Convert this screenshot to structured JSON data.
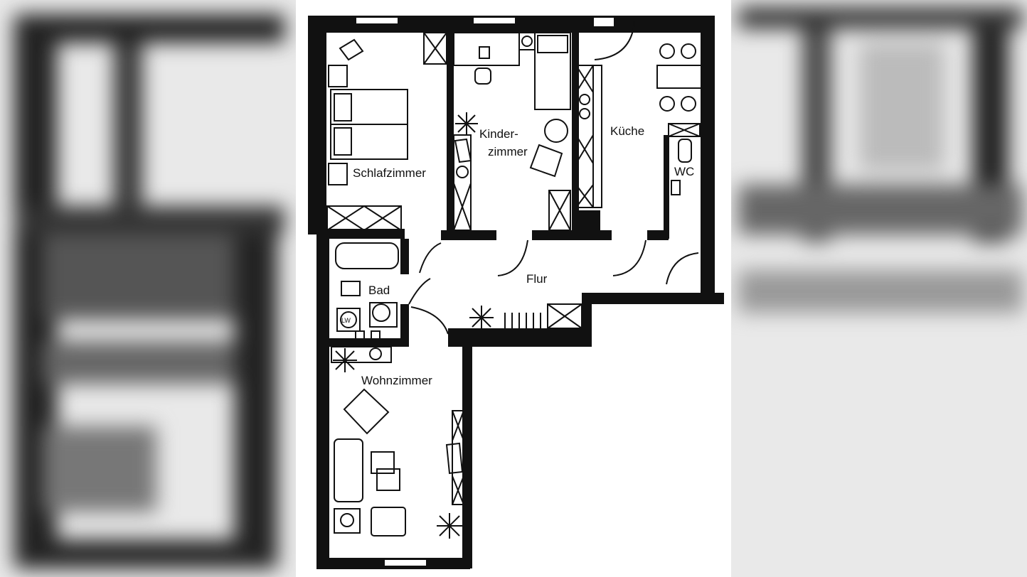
{
  "floorplan": {
    "rooms": [
      {
        "key": "schlafzimmer",
        "label": "Schlafzimmer"
      },
      {
        "key": "kinderzimmer",
        "label_line1": "Kinder-",
        "label_line2": "zimmer"
      },
      {
        "key": "kueche",
        "label": "Küche"
      },
      {
        "key": "wc",
        "label": "WC"
      },
      {
        "key": "bad",
        "label": "Bad"
      },
      {
        "key": "flur",
        "label": "Flur"
      },
      {
        "key": "wohnzimmer",
        "label": "Wohnzimmer"
      }
    ],
    "appliance_label": "LW"
  },
  "colors": {
    "wall": "#111111",
    "paper": "#ffffff",
    "backdrop": "#e9e9e9"
  }
}
